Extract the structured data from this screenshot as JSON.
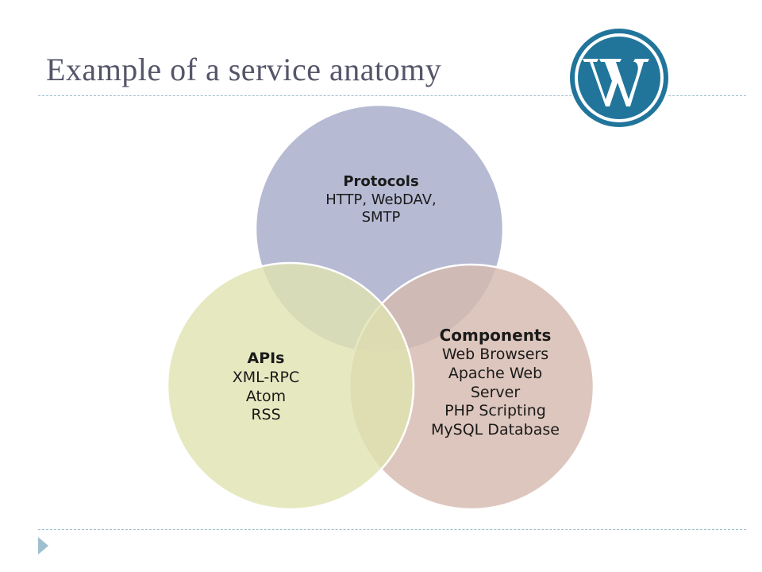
{
  "slide": {
    "title": "Example of a service anatomy"
  },
  "logo": {
    "icon": "wordpress-logo-icon",
    "color": "#21759b"
  },
  "venn": {
    "circles": [
      {
        "id": "protocols",
        "heading": "Protocols",
        "lines": [
          "HTTP, WebDAV,",
          "SMTP"
        ],
        "color": "#a9aecb"
      },
      {
        "id": "apis",
        "heading": "APIs",
        "lines": [
          "XML-RPC",
          "Atom",
          "RSS"
        ],
        "color": "#e0e3b0"
      },
      {
        "id": "components",
        "heading": "Components",
        "lines": [
          "Web Browsers",
          "Apache Web",
          "Server",
          "PHP Scripting",
          "MySQL Database"
        ],
        "color": "#d6b9ae"
      }
    ]
  },
  "colors": {
    "title": "#55556a",
    "rule": "#9fbfce"
  }
}
